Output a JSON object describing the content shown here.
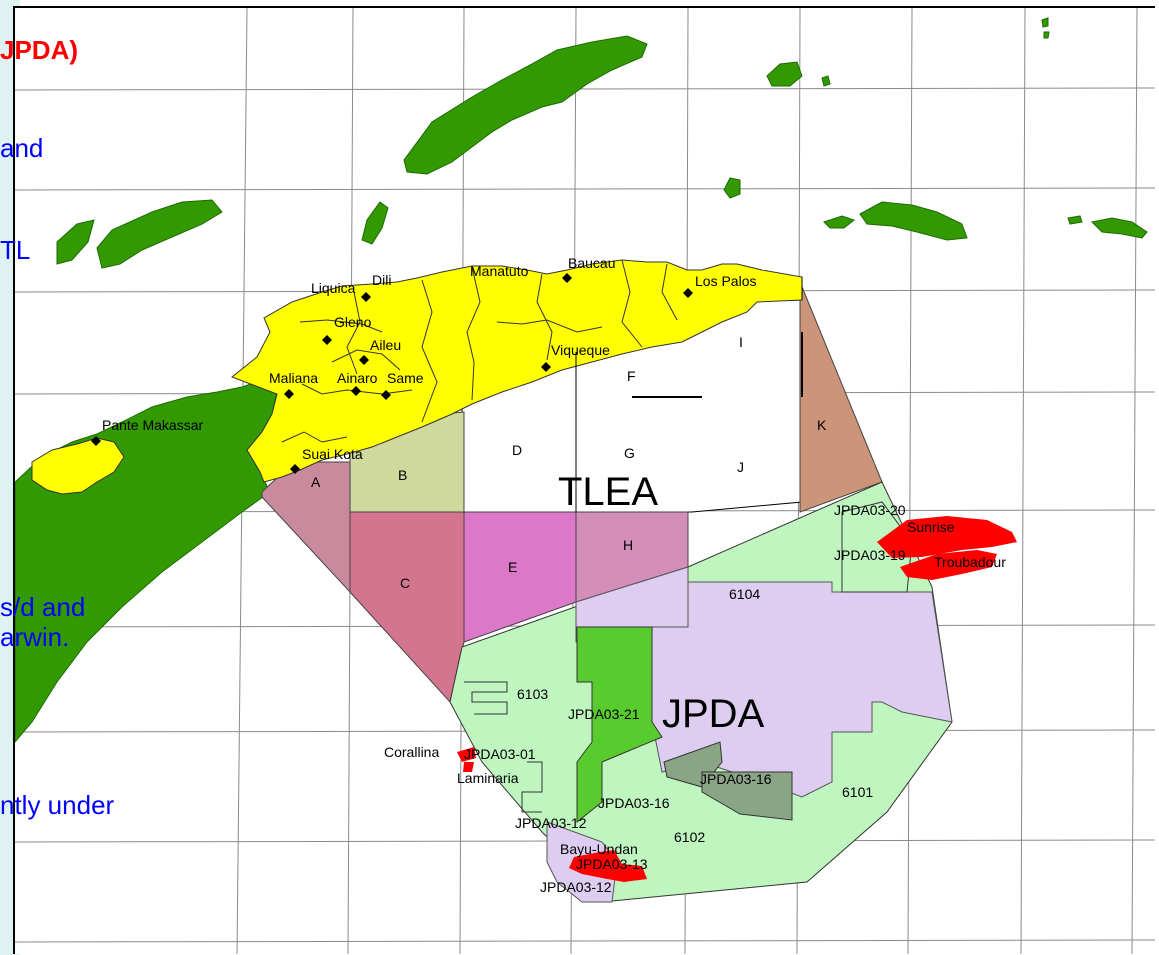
{
  "slide": {
    "title_fragment": "JPDA)",
    "text_fragments": [
      "and",
      "TL",
      "s/d  and",
      "arwin.",
      "ntly under"
    ]
  },
  "map": {
    "towns": [
      "Liquica",
      "Dili",
      "Manatuto",
      "Baucau",
      "Los Palos",
      "Gleno",
      "Aileu",
      "Viqueque",
      "Maliana",
      "Ainaro",
      "Same",
      "Pante Makassar",
      "Suai Kota"
    ],
    "blocks": [
      "A",
      "B",
      "C",
      "D",
      "E",
      "F",
      "G",
      "H",
      "I",
      "J",
      "K"
    ],
    "zones": [
      "TLEA",
      "JPDA"
    ],
    "area_labels": [
      "JPDA03-20",
      "JPDA03-19",
      "6104",
      "6103",
      "JPDA03-21",
      "JPDA03-01",
      "JPDA03-16",
      "JPDA03-16",
      "JPDA03-12",
      "JPDA03-13",
      "JPDA03-12",
      "6101",
      "6102"
    ],
    "fields": [
      "Sunrise",
      "Troubadour",
      "Corallina",
      "Laminaria",
      "Bayu-Undan"
    ],
    "colors": {
      "land_timor_leste": "#ffff00",
      "land_indonesia": "#339900",
      "jpda_area": "#bff5bf",
      "gas_fields": "#ff0000",
      "tlea_block": "#ffffff",
      "block_a": "#c98a9e",
      "block_b": "#cfd99b",
      "block_c": "#d4758f",
      "block_e": "#db79c8",
      "block_h": "#d38fba",
      "block_k": "#cc9478",
      "lilac_area": "#ddcdf0",
      "dark_green_area": "#58cc2e",
      "grey_area": "#8aa585"
    }
  }
}
